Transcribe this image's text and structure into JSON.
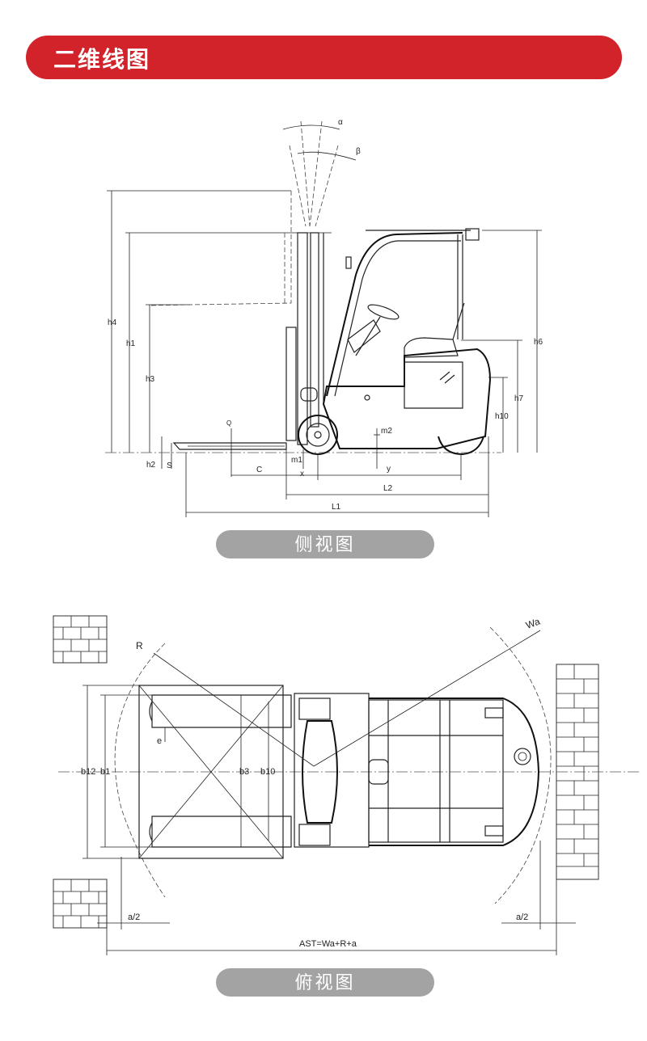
{
  "header": {
    "title": "二维线图"
  },
  "side_view": {
    "caption": "侧视图",
    "dims": {
      "alpha": "α",
      "beta": "β",
      "h4": "h4",
      "h1": "h1",
      "h3": "h3",
      "h6": "h6",
      "h7": "h7",
      "h10": "h10",
      "h2": "h2",
      "s": "S",
      "q": "Q",
      "m1": "m1",
      "m2": "m2",
      "c": "C",
      "x": "x",
      "y": "y",
      "l2": "L2",
      "l1": "L1"
    }
  },
  "top_view": {
    "caption": "俯视图",
    "dims": {
      "r": "R",
      "wa": "Wa",
      "e": "e",
      "b12": "b12",
      "b1": "b1",
      "b3": "b3",
      "b10": "b10",
      "a2_left": "a/2",
      "a2_right": "a/2",
      "ast": "AST=Wa+R+a"
    }
  }
}
